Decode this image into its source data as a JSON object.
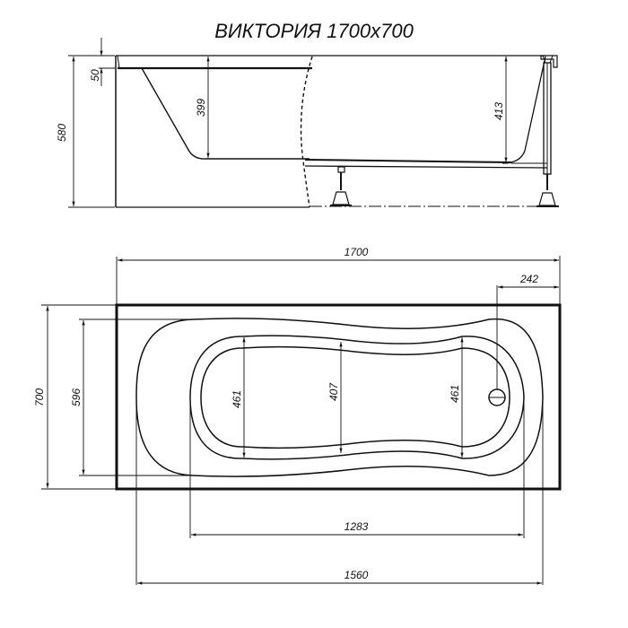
{
  "drawing": {
    "title": "ВИКТОРИЯ 1700x700",
    "line_color": "#111111",
    "background": "#ffffff"
  },
  "side_view": {
    "dimensions": {
      "total_height": "580",
      "rim_thickness": "50",
      "depth_left": "399",
      "depth_right": "413"
    }
  },
  "top_view": {
    "dimensions": {
      "overall_length": "1700",
      "overall_width": "700",
      "drain_offset": "242",
      "inner_width_outer_contour": "596",
      "basin_width_left": "461",
      "basin_width_middle": "407",
      "basin_width_right": "461",
      "basin_length": "1283",
      "outer_contour_length": "1560"
    }
  }
}
